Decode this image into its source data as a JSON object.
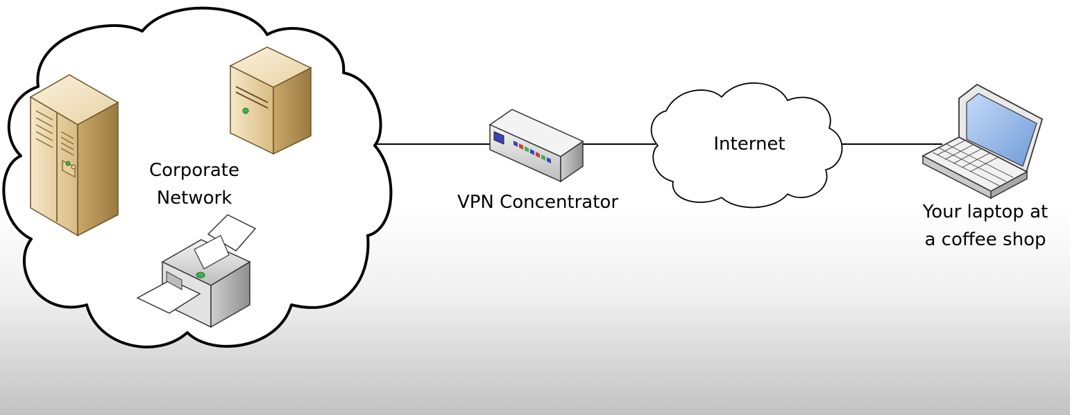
{
  "diagram": {
    "nodes": {
      "corporate_network": {
        "line1": "Corporate",
        "line2": "Network"
      },
      "vpn_concentrator": {
        "label": "VPN Concentrator"
      },
      "internet": {
        "label": "Internet"
      },
      "laptop": {
        "line1": "Your laptop at",
        "line2": "a coffee shop"
      }
    },
    "edges": [
      {
        "from": "corporate_network",
        "to": "vpn_concentrator"
      },
      {
        "from": "vpn_concentrator",
        "to": "internet"
      },
      {
        "from": "internet",
        "to": "laptop"
      }
    ],
    "colors": {
      "server_light": "#f3e2bd",
      "server_mid": "#d9bd86",
      "server_dark": "#a88a4f",
      "device_grey": "#d8d8d8",
      "cloud_stroke": "#000000",
      "led_green": "#39b54a",
      "screen_blue": "#8fb4e8"
    }
  }
}
